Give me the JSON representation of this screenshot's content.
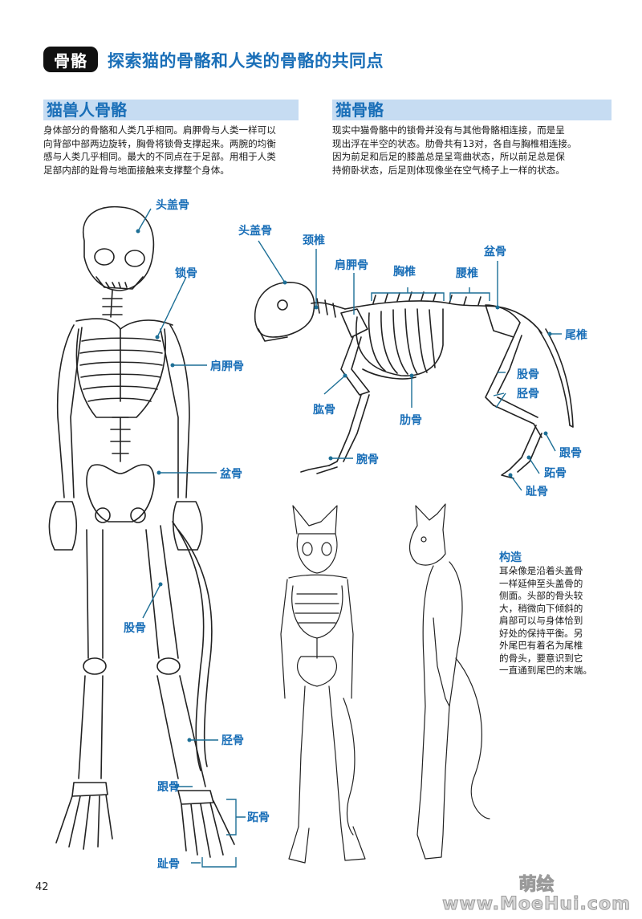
{
  "header": {
    "chapter_badge": "骨骼",
    "title": "探索猫的骨骼和人类的骨骼的共同点"
  },
  "sections": [
    {
      "heading": "猫兽人骨骼",
      "body_lines": [
        "身体部分的骨骼和人类几乎相同。肩胛骨与人类一样可以",
        "向背部中部两边旋转，胸骨将锁骨支撑起来。两腕的均衡",
        "感与人类几乎相同。最大的不同点在于足部。用相于人类",
        "足部内部的趾骨与地面接触来支撑整个身体。"
      ]
    },
    {
      "heading": "猫骨骼",
      "body_lines": [
        "现实中猫骨骼中的锁骨并没有与其他骨骼相连接，而是呈",
        "现出浮在半空的状态。肋骨共有13对，各自与胸椎相连接。",
        "因为前足和后足的膝盖总是呈弯曲状态，所以前足总是保",
        "持俯卧状态，后足则体现像坐在空气椅子上一样的状态。"
      ]
    }
  ],
  "humanoid_labels": {
    "skull": "头盖骨",
    "clavicle": "锁骨",
    "scapula": "肩胛骨",
    "pelvis": "盆骨",
    "femur": "股骨",
    "tibia": "胫骨",
    "calcaneus": "跟骨",
    "metatarsal": "跖骨",
    "phalanges": "趾骨"
  },
  "cat_labels": {
    "skull": "头盖骨",
    "cervical": "颈椎",
    "scapula": "肩胛骨",
    "thoracic": "胸椎",
    "lumbar": "腰椎",
    "pelvis": "盆骨",
    "caudal": "尾椎",
    "humerus": "肱骨",
    "rib": "肋骨",
    "carpal": "腕骨",
    "femur": "股骨",
    "tibia": "胫骨",
    "calcaneus": "跟骨",
    "metatarsal": "跖骨",
    "phalanges": "趾骨"
  },
  "structure_note": {
    "title": "构造",
    "body_lines": [
      "耳朵像是沿着头盖骨",
      "一样延伸至头盖骨的",
      "侧面。头部的骨头较",
      "大，稍微向下倾斜的",
      "肩部可以与身体恰到",
      "好处的保持平衡。另",
      "外尾巴有着名为尾椎",
      "的骨头，要意识到它",
      "一直通到尾巴的末端。"
    ]
  },
  "footer": {
    "page_number": "42",
    "watermark_line1": "萌绘",
    "watermark_line2": "www.MoeHui.com"
  },
  "colors": {
    "accent_blue": "#1a6fb8",
    "heading_band": "#c6dcf2",
    "badge_bg": "#111111",
    "leader_line": "#1d6f96"
  }
}
